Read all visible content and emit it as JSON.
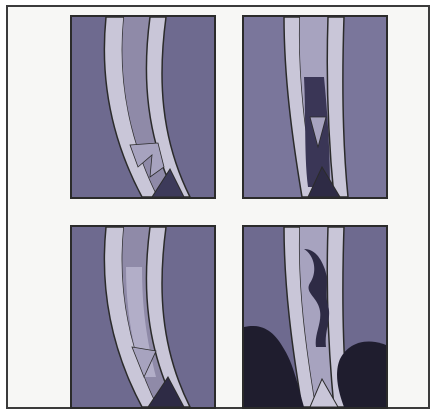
{
  "figure": {
    "panels": [
      {
        "id": "panel-1",
        "stage": 1
      },
      {
        "id": "panel-2",
        "stage": 2
      },
      {
        "id": "panel-3",
        "stage": 3
      },
      {
        "id": "panel-4",
        "stage": 4
      }
    ],
    "colors": {
      "frame_border": "#3b3b3b",
      "frame_background": "#f7f7f5",
      "tissue": "#6e6a8f",
      "vessel_wall": "#c9c6d8",
      "wall_outline": "#2b2b2b",
      "flow_light": "#a7a3bf",
      "plaque_dark": "#2e2b45"
    }
  }
}
